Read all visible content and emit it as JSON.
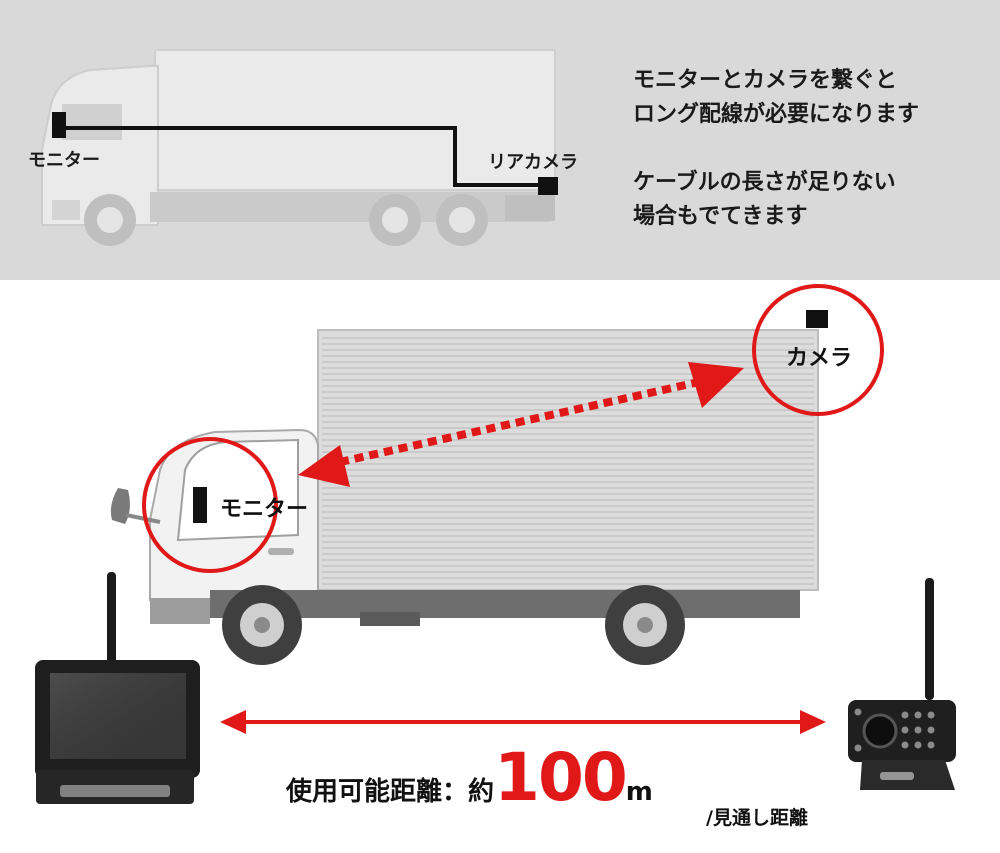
{
  "top_panel": {
    "monitor_label": "モニター",
    "rear_camera_label": "リアカメラ",
    "note_lines_1": [
      "モニターとカメラを繋ぐと",
      "ロング配線が必要になります"
    ],
    "note_lines_2": [
      "ケーブルの長さが足りない",
      "場合もでてきます"
    ]
  },
  "bottom_panel": {
    "monitor_label": "モニター",
    "camera_label": "カメラ",
    "range_prefix": "使用可能距離：約",
    "range_value": "100",
    "range_unit": "m",
    "range_note": "/見通し距離"
  },
  "colors": {
    "accent_red": "#e01818",
    "top_background": "#d9d9d9",
    "truck_gray": "#e6e6e6"
  }
}
